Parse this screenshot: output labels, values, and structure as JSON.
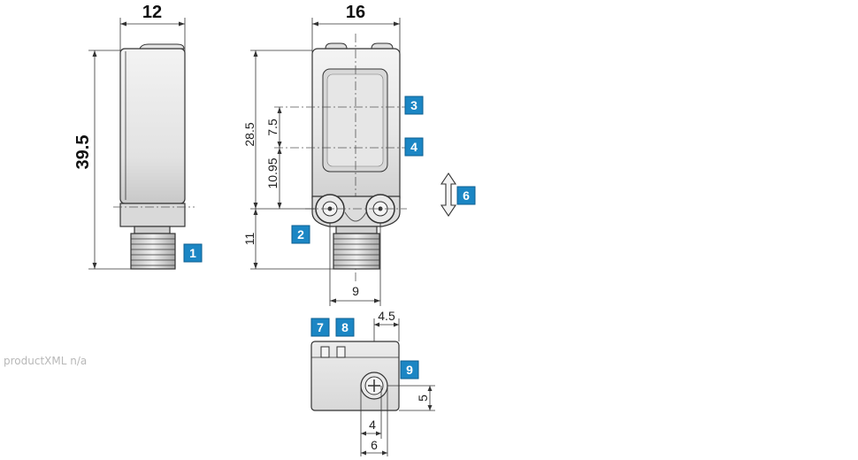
{
  "dimensions": {
    "side_width": "12",
    "front_width": "16",
    "total_height": "39.5",
    "height_28_5": "28.5",
    "height_7_5": "7.5",
    "height_10_95": "10.95",
    "height_11": "11",
    "connector_spacing": "9",
    "bottom_4_5": "4.5",
    "bottom_5": "5",
    "bottom_4": "4",
    "bottom_6": "6"
  },
  "callouts": [
    "1",
    "2",
    "3",
    "4",
    "6",
    "7",
    "8",
    "9"
  ],
  "watermark": "productXML n/a",
  "colors": {
    "badge": "#1b86c4",
    "housing_top": "#f2f2f2",
    "housing_bottom": "#d0d0d0"
  }
}
